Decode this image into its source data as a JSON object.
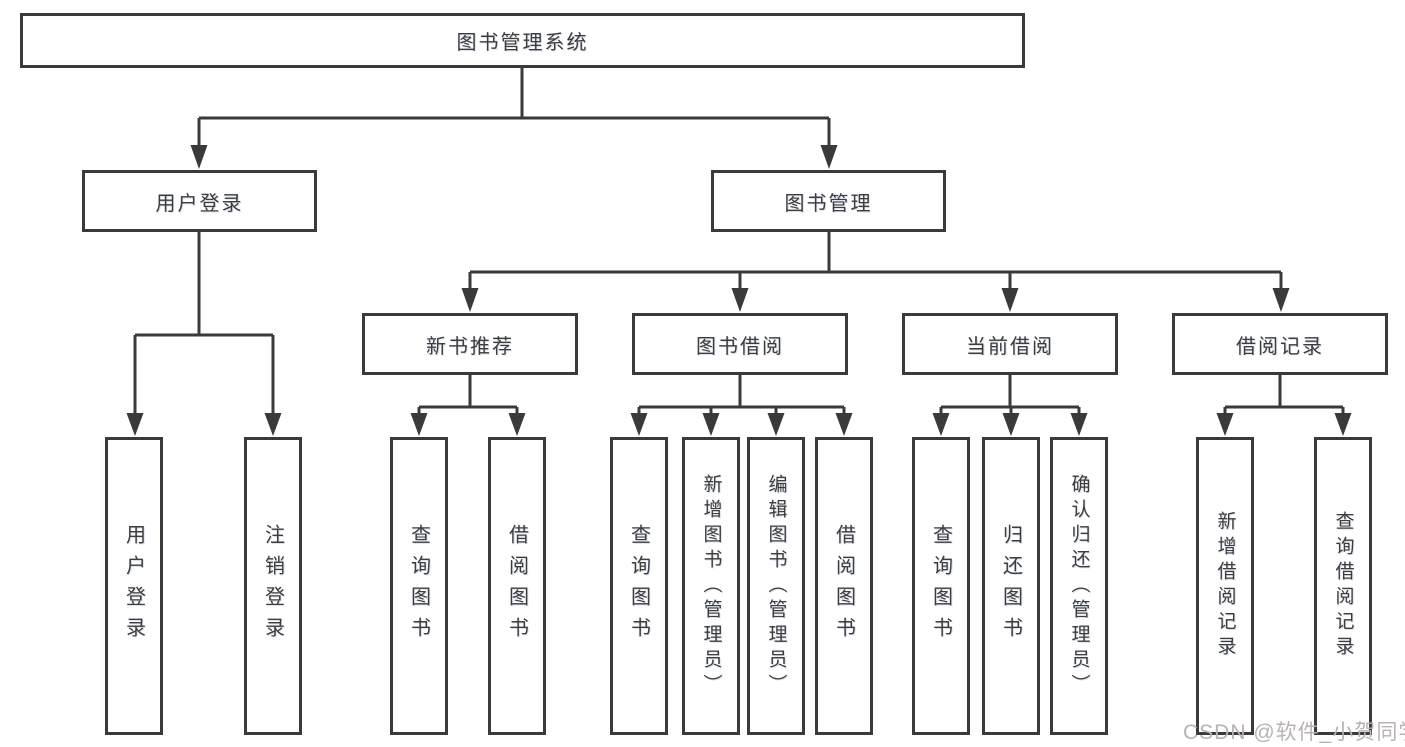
{
  "diagram": {
    "root": {
      "label": "图书管理系统"
    },
    "branches": [
      {
        "label": "用户登录",
        "children": [
          {
            "label": "用户登录"
          },
          {
            "label": "注销登录"
          }
        ]
      },
      {
        "label": "图书管理",
        "children": [
          {
            "label": "新书推荐",
            "children": [
              {
                "label": "查询图书"
              },
              {
                "label": "借阅图书"
              }
            ]
          },
          {
            "label": "图书借阅",
            "children": [
              {
                "label": "查询图书"
              },
              {
                "label": "新增图书（管理员）"
              },
              {
                "label": "编辑图书（管理员）"
              },
              {
                "label": "借阅图书"
              }
            ]
          },
          {
            "label": "当前借阅",
            "children": [
              {
                "label": "查询图书"
              },
              {
                "label": "归还图书"
              },
              {
                "label": "确认归还（管理员）"
              }
            ]
          },
          {
            "label": "借阅记录",
            "children": [
              {
                "label": "新增借阅记录"
              },
              {
                "label": "查询借阅记录"
              }
            ]
          }
        ]
      }
    ]
  },
  "watermark": {
    "text": "CSDN @软件_小贺同学",
    "color": "#b9b2b4"
  },
  "colors": {
    "line": "#3a3a3a",
    "text": "#3d3d3d",
    "background": "#ffffff"
  }
}
